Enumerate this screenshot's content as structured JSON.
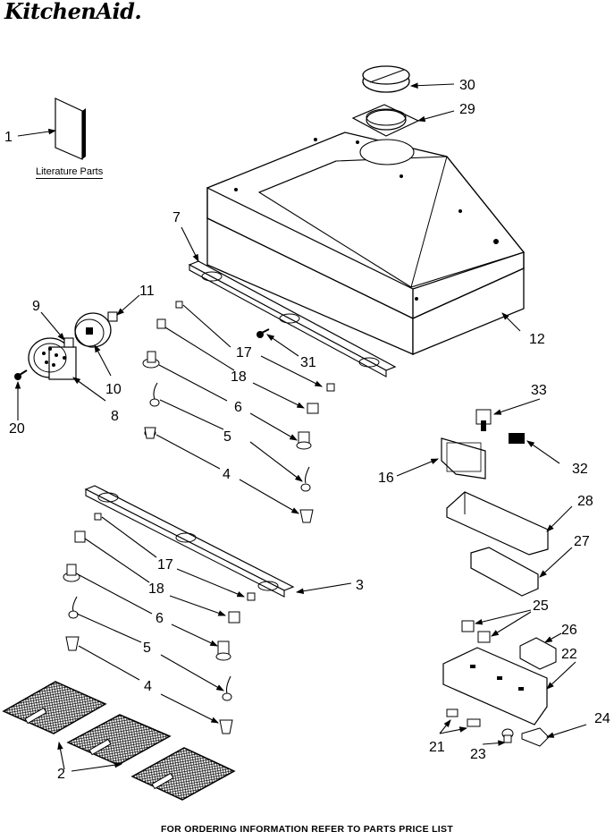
{
  "brand": "KitchenAid.",
  "literature_label": "Literature Parts",
  "footer_text": "FOR ORDERING INFORMATION REFER TO PARTS PRICE LIST",
  "callouts": [
    "1",
    "2",
    "3",
    "4",
    "4",
    "5",
    "5",
    "6",
    "6",
    "7",
    "8",
    "9",
    "10",
    "11",
    "12",
    "16",
    "17",
    "17",
    "18",
    "18",
    "20",
    "21",
    "22",
    "23",
    "24",
    "25",
    "26",
    "27",
    "28",
    "29",
    "30",
    "31",
    "32",
    "33"
  ]
}
